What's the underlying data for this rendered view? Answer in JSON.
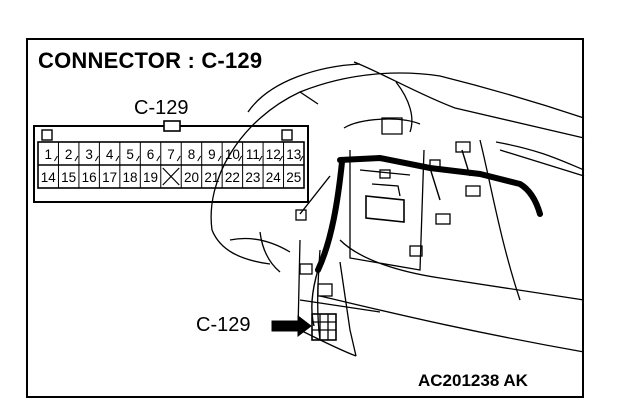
{
  "title": "CONNECTOR : C-129",
  "connector_label": "C-129",
  "callout_label": "C-129",
  "image_code": "AC201238  AK",
  "pins_top": [
    "1",
    "2",
    "3",
    "4",
    "5",
    "6",
    "7",
    "8",
    "9",
    "10",
    "11",
    "12",
    "13"
  ],
  "pins_bottom": [
    "14",
    "15",
    "16",
    "17",
    "18",
    "19",
    "",
    "20",
    "21",
    "22",
    "23",
    "24",
    "25"
  ],
  "empty_cavity_index": 6
}
